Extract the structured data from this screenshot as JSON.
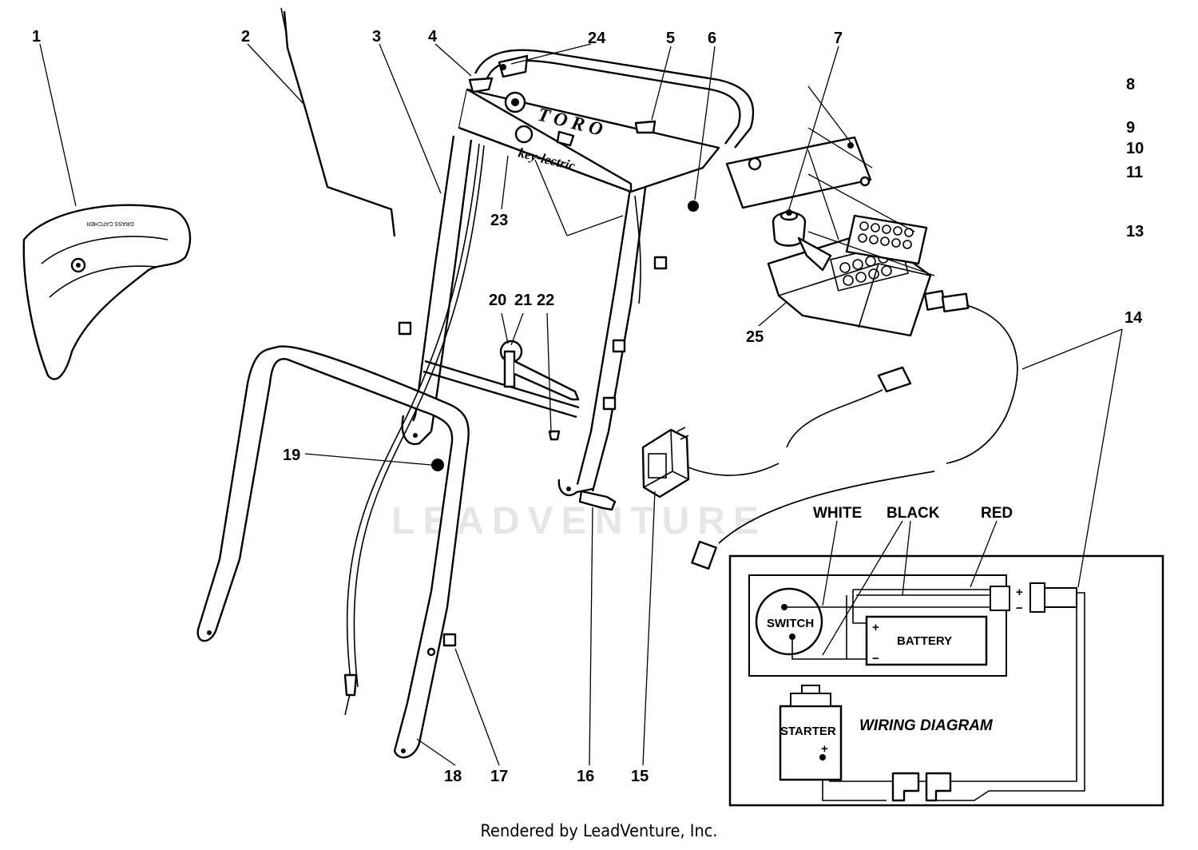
{
  "callouts": {
    "c1": "1",
    "c2": "2",
    "c3": "3",
    "c4": "4",
    "c5": "5",
    "c6": "6",
    "c7": "7",
    "c8": "8",
    "c9": "9",
    "c10": "10",
    "c11": "11",
    "c13": "13",
    "c14": "14",
    "c15": "15",
    "c16": "16",
    "c17": "17",
    "c18": "18",
    "c19": "19",
    "c20": "20",
    "c21": "21",
    "c22": "22",
    "c23": "23",
    "c24": "24",
    "c25": "25"
  },
  "panel": {
    "brand": "TORO",
    "model": "key-lectric"
  },
  "wiring": {
    "white_label": "WHITE",
    "black_label": "BLACK",
    "red_label": "RED",
    "switch_label": "SWITCH",
    "battery_label": "BATTERY",
    "starter_label": "STARTER",
    "title": "WIRING DIAGRAM",
    "plus": "+",
    "minus": "−"
  },
  "watermark": "LEADVENTURE",
  "footer": "Rendered by LeadVenture, Inc."
}
